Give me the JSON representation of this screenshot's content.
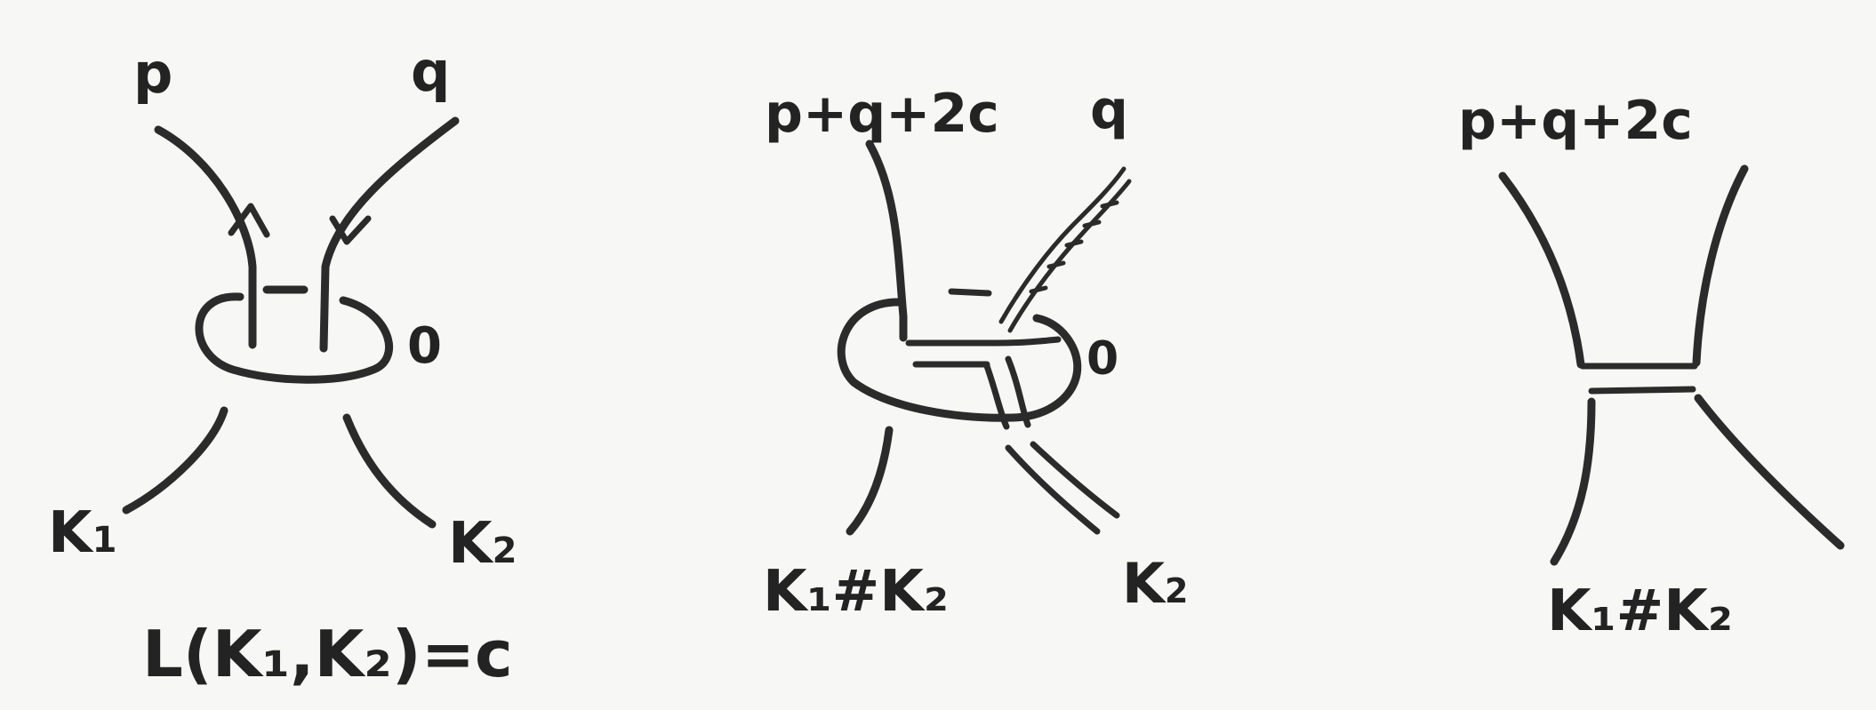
{
  "panel_left": {
    "label_p": "p",
    "label_q": "q",
    "label_o": "0",
    "label_k1": "K",
    "label_k1_sub": "1",
    "label_k2": "K",
    "label_k2_sub": "2",
    "linking_eq": "L(K₁,K₂)=c"
  },
  "panel_middle": {
    "label_top": "p+q+2c",
    "label_q": "q",
    "label_o": "0",
    "label_sum": "K₁#K₂",
    "label_k2": "K",
    "label_k2_sub": "2"
  },
  "panel_right": {
    "label_top": "p+q+2c",
    "label_sum": "K₁#K₂"
  },
  "colors": {
    "ink": "#2b2b2b",
    "paper": "#f7f7f5"
  }
}
